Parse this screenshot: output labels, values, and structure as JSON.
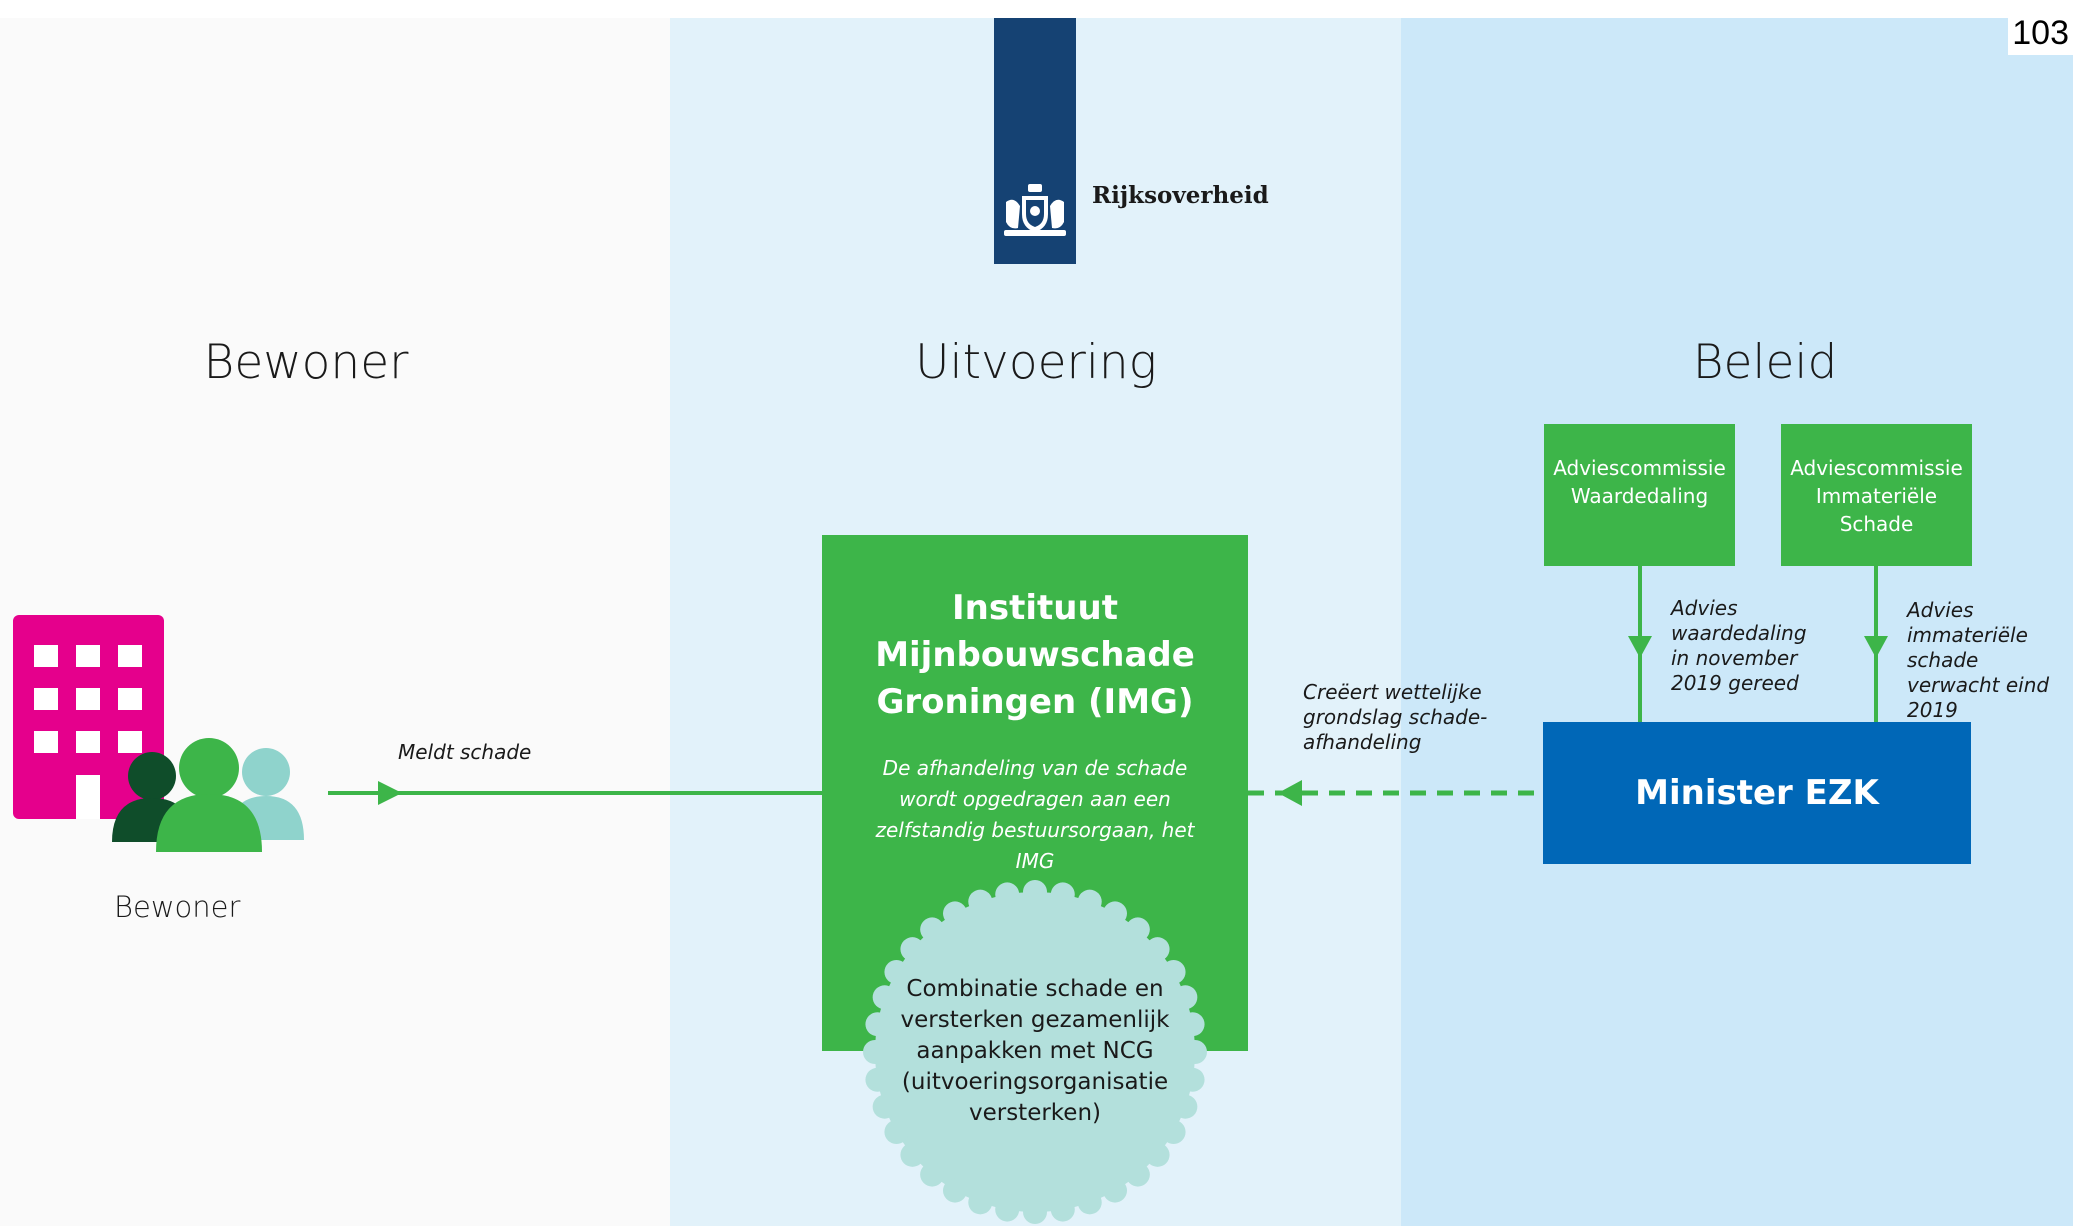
{
  "page_number": "103",
  "logo": {
    "text": "Rijksoverheid"
  },
  "columns": {
    "left": "Bewoner",
    "middle": "Uitvoering",
    "right": "Beleid"
  },
  "bewoner": {
    "label": "Bewoner"
  },
  "arrows": {
    "meldt": "Meldt schade",
    "creeert": "Creëert wettelijke grondslag schade-afhandeling",
    "advies_waardedaling": "Advies waardedaling in november 2019 gereed",
    "advies_immaterieel": "Advies immateriële schade verwacht eind 2019"
  },
  "img": {
    "title": "Instituut Mijnbouwschade Groningen (IMG)",
    "description": "De afhandeling van de schade wordt opgedragen aan een zelfstandig bestuursorgaan, het IMG"
  },
  "ncg": {
    "text": "Combinatie schade en versterken gezamenlijk aanpakken met NCG (uitvoeringsorganisatie versterken)"
  },
  "adviescommissies": [
    {
      "name": "Adviescommissie Waardedaling"
    },
    {
      "name": "Adviescommissie Immateriële Schade"
    }
  ],
  "minister": {
    "name": "Minister EZK"
  },
  "colors": {
    "green": "#3db549",
    "blue": "#0067b7",
    "magenta": "#e5008c",
    "teal": "#b3e0dc",
    "navy": "#154273"
  }
}
